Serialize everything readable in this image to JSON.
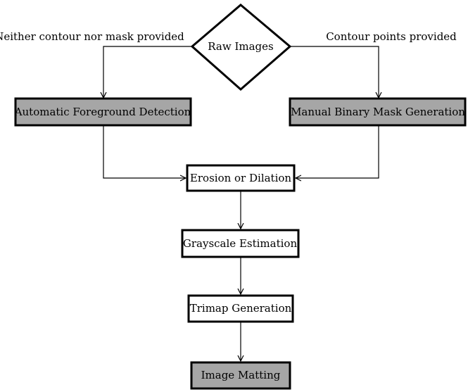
{
  "nodes": {
    "raw_images": "Raw Images",
    "auto_fg": "Automatic Foreground Detection",
    "manual_mask": "Manual Binary Mask Generation",
    "erosion": "Erosion or Dilation",
    "grayscale": "Grayscale Estimation",
    "trimap": "Trimap Generation",
    "matting": "Image Matting"
  },
  "edges": {
    "left_label": "Neither contour nor mask provided",
    "right_label": "Contour points provided"
  },
  "colors": {
    "shaded_fill": "#a6a6a6",
    "plain_fill": "#ffffff",
    "stroke": "#000000"
  }
}
